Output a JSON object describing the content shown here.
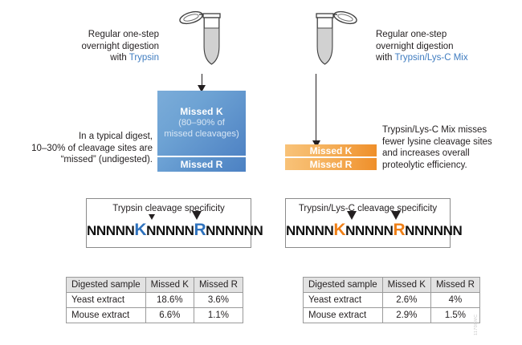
{
  "figure": {
    "watermark": "1170BMC"
  },
  "left_panel": {
    "caption_top_line1": "Regular one-step",
    "caption_top_line2": "overnight digestion",
    "caption_top_line3_prefix": "with ",
    "caption_top_enzyme": "Trypsin",
    "caption_bottom_line1": "In a typical digest,",
    "caption_bottom_line2": "10–30% of cleavage sites are",
    "caption_bottom_line3": "“missed” (undigested).",
    "result_box": {
      "title": "Missed K",
      "sub_line1": "(80–90% of",
      "sub_line2": "missed cleavages)",
      "strip_label": "Missed R",
      "fill_top": "#6ea3d4",
      "fill_bottom": "#4f83c4"
    },
    "spec_box": {
      "title": "Trypsin cleavage specificity",
      "seq_part1": "NNNNN",
      "residue1": "K",
      "seq_part2": "NNNNN",
      "residue2": "R",
      "seq_part3": "NNNNNN",
      "residue_color": "#2f72bd"
    },
    "table": {
      "headers": [
        "Digested sample",
        "Missed K",
        "Missed R"
      ],
      "rows": [
        [
          "Yeast extract",
          "18.6%",
          "3.6%"
        ],
        [
          "Mouse extract",
          "6.6%",
          "1.1%"
        ]
      ]
    }
  },
  "right_panel": {
    "caption_top_line1": "Regular one-step",
    "caption_top_line2": "overnight digestion",
    "caption_top_line3_prefix": "with ",
    "caption_top_enzyme": "Trypsin/Lys-C Mix",
    "caption_bottom_line1": "Trypsin/Lys-C Mix misses",
    "caption_bottom_line2": "fewer lysine cleavage sites",
    "caption_bottom_line3": "and increases overall",
    "caption_bottom_line4": "proteolytic efficiency.",
    "bars": {
      "bar1_label": "Missed K",
      "bar2_label": "Missed R",
      "fill_left": "#f8c278",
      "fill_right": "#ef8f2a"
    },
    "spec_box": {
      "title": "Trypsin/Lys-C cleavage specificity",
      "seq_part1": "NNNNN",
      "residue1": "K",
      "seq_part2": "NNNNN",
      "residue2": "R",
      "seq_part3": "NNNNNN",
      "residue_color": "#ef7f16"
    },
    "table": {
      "headers": [
        "Digested sample",
        "Missed K",
        "Missed R"
      ],
      "rows": [
        [
          "Yeast extract",
          "2.6%",
          "4%"
        ],
        [
          "Mouse extract",
          "2.9%",
          "1.5%"
        ]
      ]
    }
  }
}
